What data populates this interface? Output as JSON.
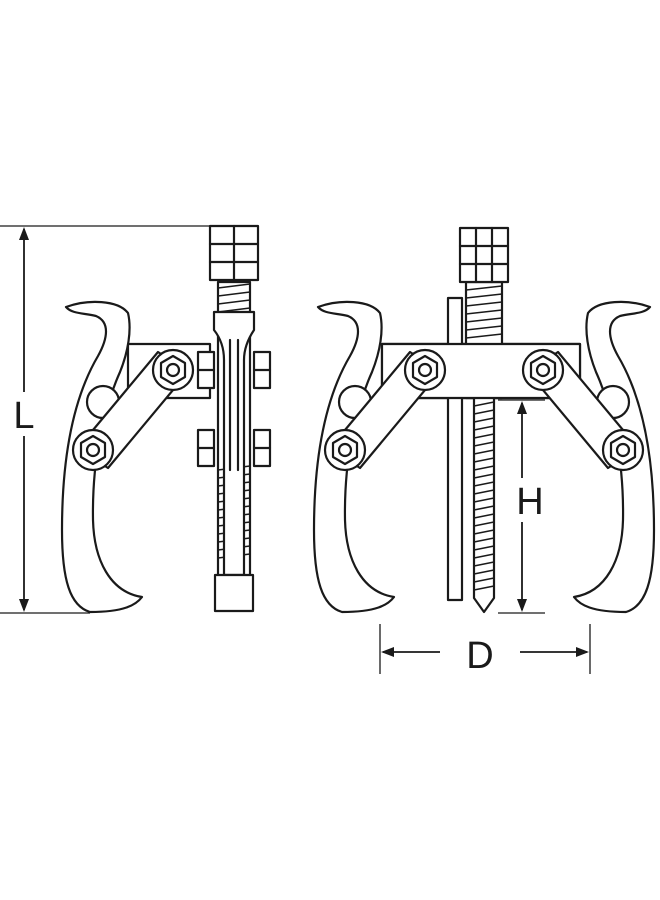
{
  "diagram": {
    "labels": {
      "length": "L",
      "height": "H",
      "diameter": "D"
    },
    "colors": {
      "line": "#1a1a1a",
      "background": "#ffffff"
    }
  }
}
